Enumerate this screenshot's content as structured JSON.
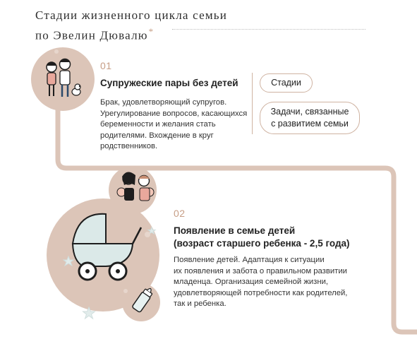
{
  "title": {
    "line1": "Стадии жизненного цикла семьи",
    "line2": "по Эвелин Дювалю",
    "asterisk": "*"
  },
  "legend": {
    "stages_label": "Стадии",
    "tasks_label_line1": "Задачи, связанные",
    "tasks_label_line2": "с развитием семьи"
  },
  "stages": [
    {
      "number": "01",
      "title_line1": "Супружеские пары без детей",
      "description_lines": [
        "Брак, удовлетворяющий супругов.",
        "Урегулирование вопросов, касающихся",
        "беременности и желания стать",
        "родителями. Вхождение в круг",
        "родственников."
      ]
    },
    {
      "number": "02",
      "title_line1": "Появление в семье детей",
      "title_line2": "(возраст старшего ребенка - 2,5 года)",
      "description_lines": [
        "Появление детей. Адаптация к ситуации",
        "их появления и забота о правильном развитии",
        "младенца. Организация семейной жизни,",
        "удовлетворяющей потребности как родителей,",
        "так и ребенка."
      ]
    }
  ],
  "colors": {
    "accent": "#c79e86",
    "circle_fill": "#dcc5b8",
    "path": "#dcc5b8",
    "pill_border": "#cfb3a2"
  }
}
